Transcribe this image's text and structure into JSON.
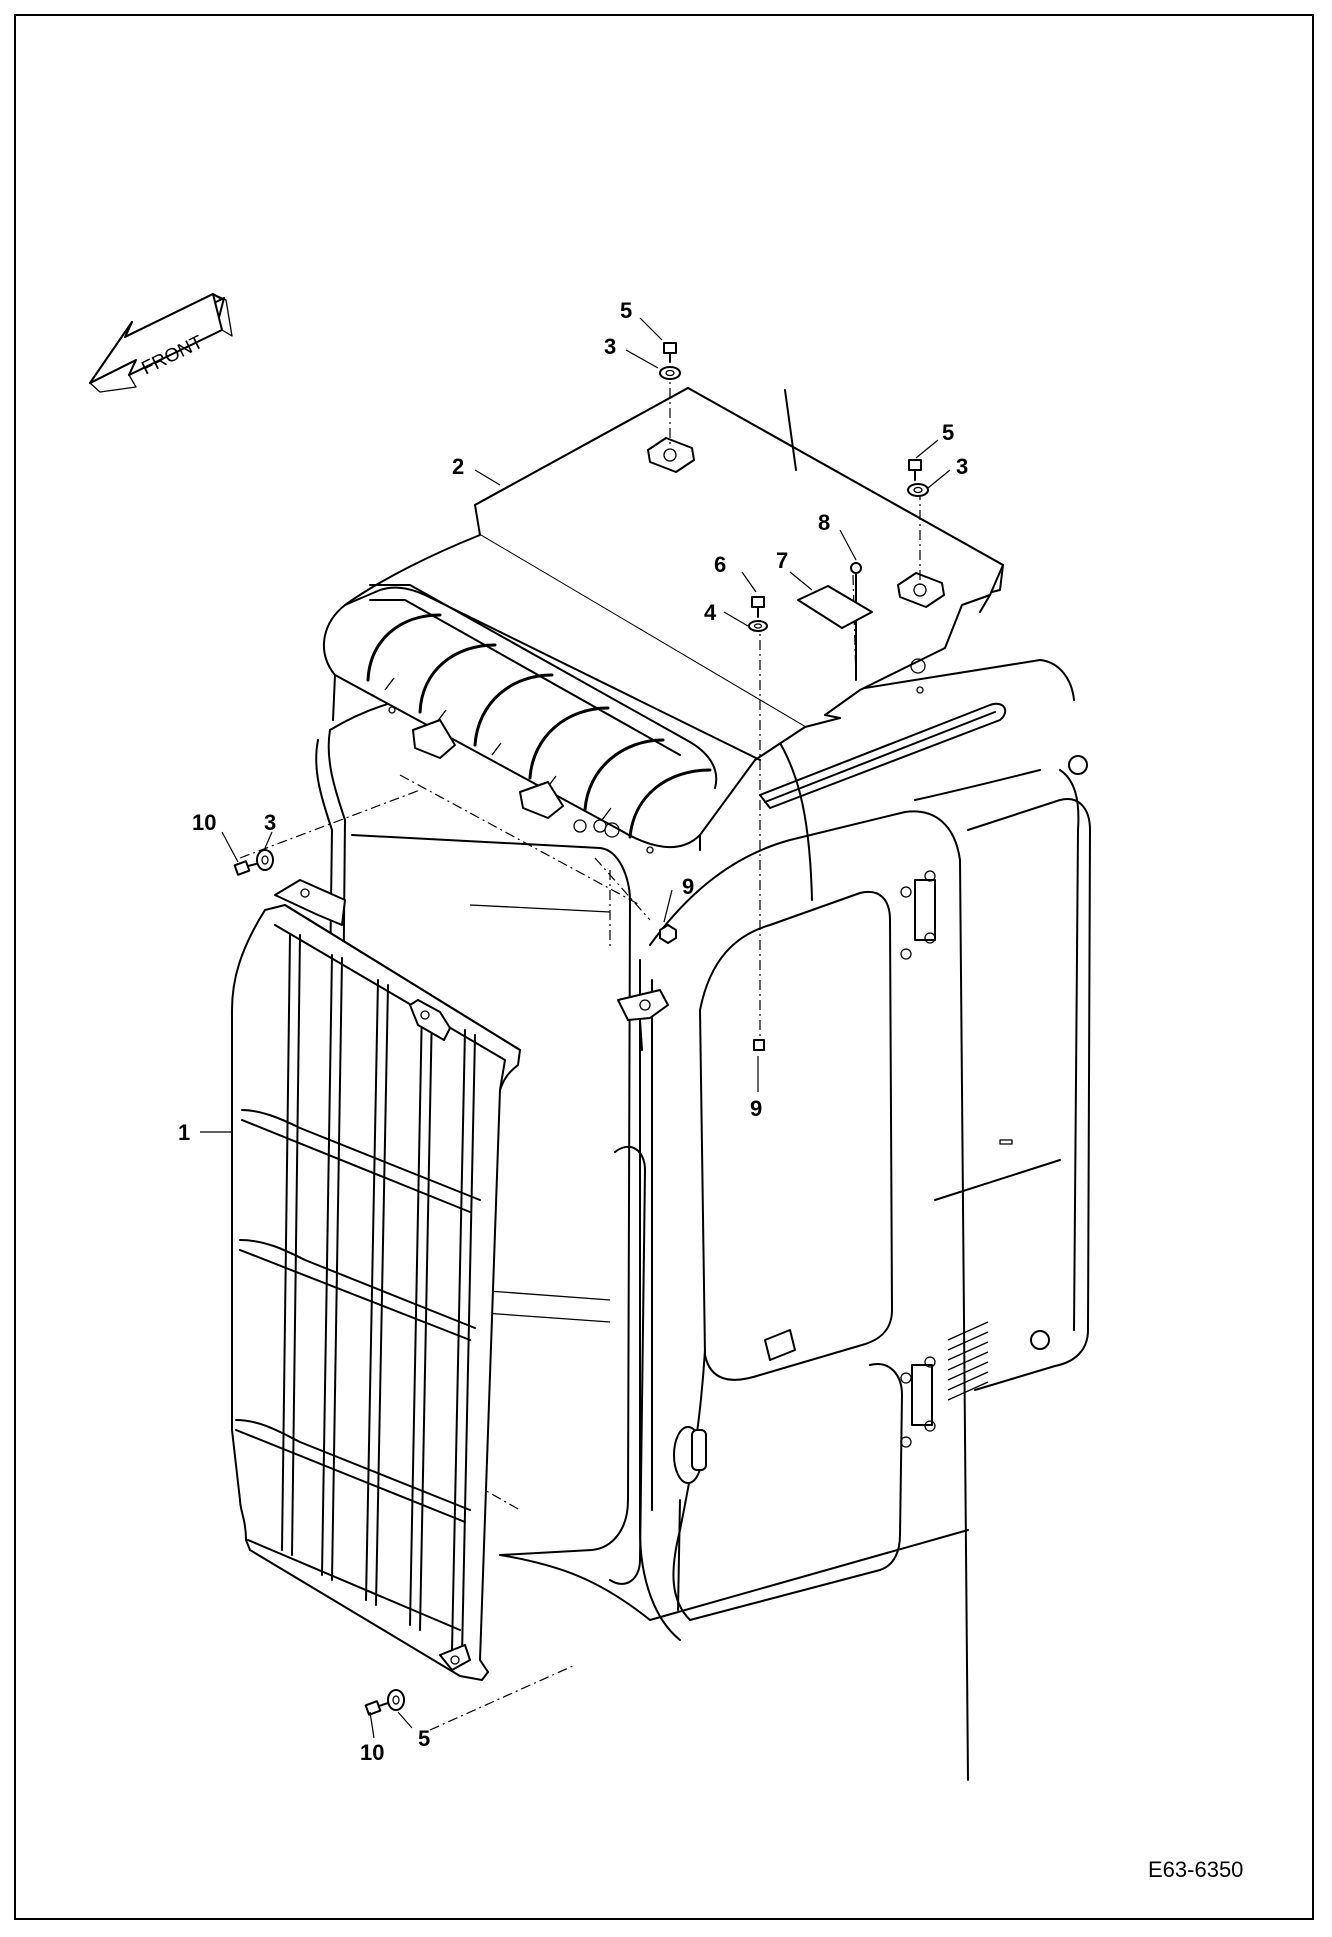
{
  "diagram": {
    "drawing_code": "E63-6350",
    "direction_arrow": {
      "label": "FRONT",
      "icon": "front-arrow-icon"
    },
    "callouts": [
      {
        "id": "callout-5-top",
        "number": "5"
      },
      {
        "id": "callout-3-top",
        "number": "3"
      },
      {
        "id": "callout-2",
        "number": "2"
      },
      {
        "id": "callout-5-right",
        "number": "5"
      },
      {
        "id": "callout-3-right",
        "number": "3"
      },
      {
        "id": "callout-8",
        "number": "8"
      },
      {
        "id": "callout-6",
        "number": "6"
      },
      {
        "id": "callout-7",
        "number": "7"
      },
      {
        "id": "callout-4",
        "number": "4"
      },
      {
        "id": "callout-10-upper",
        "number": "10"
      },
      {
        "id": "callout-3-left",
        "number": "3"
      },
      {
        "id": "callout-9-upper",
        "number": "9"
      },
      {
        "id": "callout-9-lower",
        "number": "9"
      },
      {
        "id": "callout-1",
        "number": "1"
      },
      {
        "id": "callout-10-lower",
        "number": "10"
      },
      {
        "id": "callout-5-lower",
        "number": "5"
      }
    ]
  }
}
